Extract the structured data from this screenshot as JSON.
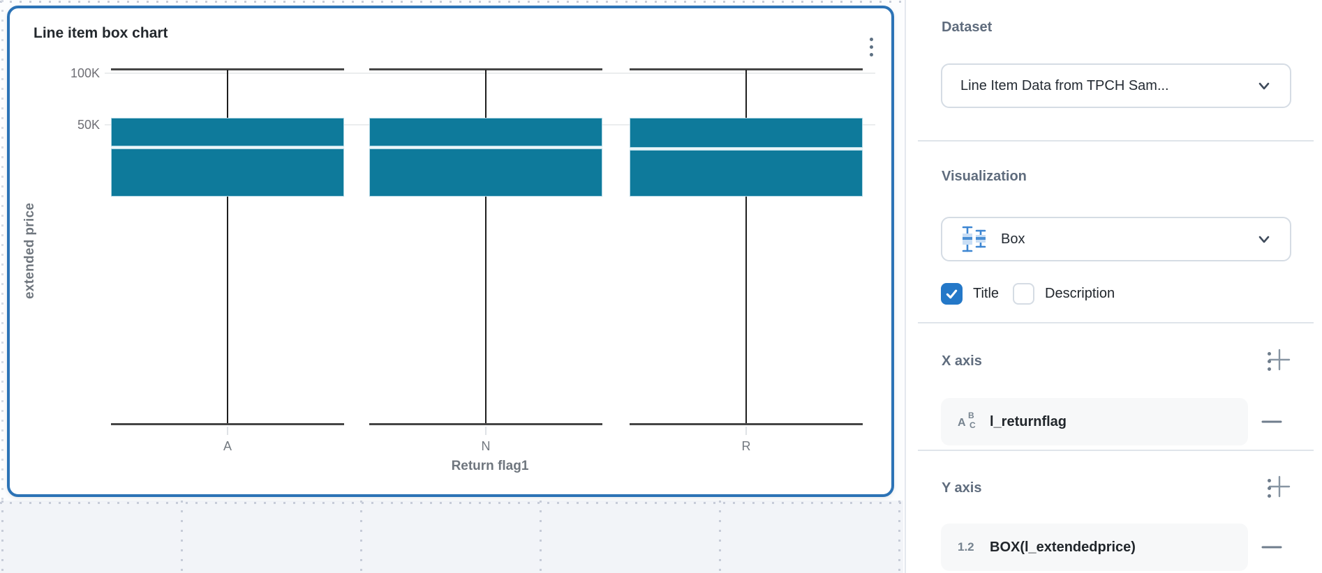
{
  "chart_data": {
    "type": "box",
    "title": "Line item box chart",
    "xlabel": "Return flag1",
    "ylabel": "extended price",
    "y_scale": "log",
    "y_ticks": [
      "100K",
      "50K"
    ],
    "y_tick_values": [
      100000,
      50000
    ],
    "categories": [
      "A",
      "N",
      "R"
    ],
    "series": [
      {
        "category": "A",
        "min": 900,
        "q1": 19000,
        "median": 37000,
        "q3": 55000,
        "max": 105000
      },
      {
        "category": "N",
        "min": 900,
        "q1": 19000,
        "median": 37000,
        "q3": 55000,
        "max": 105000
      },
      {
        "category": "R",
        "min": 900,
        "q1": 19000,
        "median": 36500,
        "q3": 55000,
        "max": 105000
      }
    ],
    "box_color": "#0E7A9B",
    "grid": true,
    "legend": false
  },
  "sidebar": {
    "dataset": {
      "heading": "Dataset",
      "selected": "Line Item Data from TPCH Sam..."
    },
    "visualization": {
      "heading": "Visualization",
      "selected": "Box",
      "title_checkbox": {
        "label": "Title",
        "checked": true
      },
      "description_checkbox": {
        "label": "Description",
        "checked": false
      }
    },
    "x_axis": {
      "heading": "X axis",
      "fields": [
        {
          "type": "string",
          "label": "l_returnflag"
        }
      ]
    },
    "y_axis": {
      "heading": "Y axis",
      "fields": [
        {
          "type": "number",
          "label": "BOX(l_extendedprice)"
        }
      ]
    }
  },
  "icons": {
    "string_type_a": "A",
    "string_type_b": "B",
    "string_type_c": "C",
    "number_type": "1.2"
  }
}
